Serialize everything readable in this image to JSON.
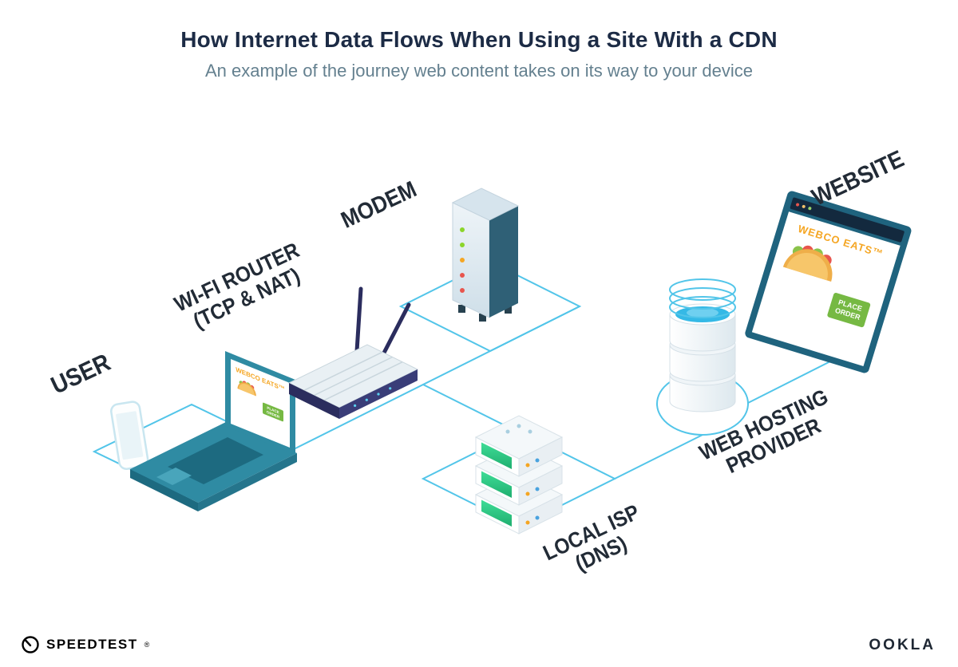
{
  "header": {
    "title": "How Internet Data Flows When Using a Site With a CDN",
    "subtitle": "An example of the journey web content takes on its way to your device"
  },
  "nodes": {
    "user": {
      "label": "USER"
    },
    "router": {
      "label_line1": "WI-FI ROUTER",
      "label_line2": "(TCP & NAT)"
    },
    "modem": {
      "label": "MODEM"
    },
    "isp": {
      "label_line1": "LOCAL ISP",
      "label_line2": "(DNS)"
    },
    "hosting": {
      "label_line1": "WEB HOSTING",
      "label_line2": "PROVIDER"
    },
    "website": {
      "label": "WEBSITE"
    }
  },
  "webco": {
    "name": "WEBCO EATS™",
    "order_line1": "PLACE",
    "order_line2": "ORDER"
  },
  "footer": {
    "speedtest": "SPEEDTEST",
    "speedtest_mark": "®",
    "ookla": "OOKLA"
  },
  "colors": {
    "connector": "#52c5e9",
    "title": "#1c2b45",
    "subtitle": "#64808f",
    "orange": "#f5a623",
    "green": "#76b943"
  }
}
